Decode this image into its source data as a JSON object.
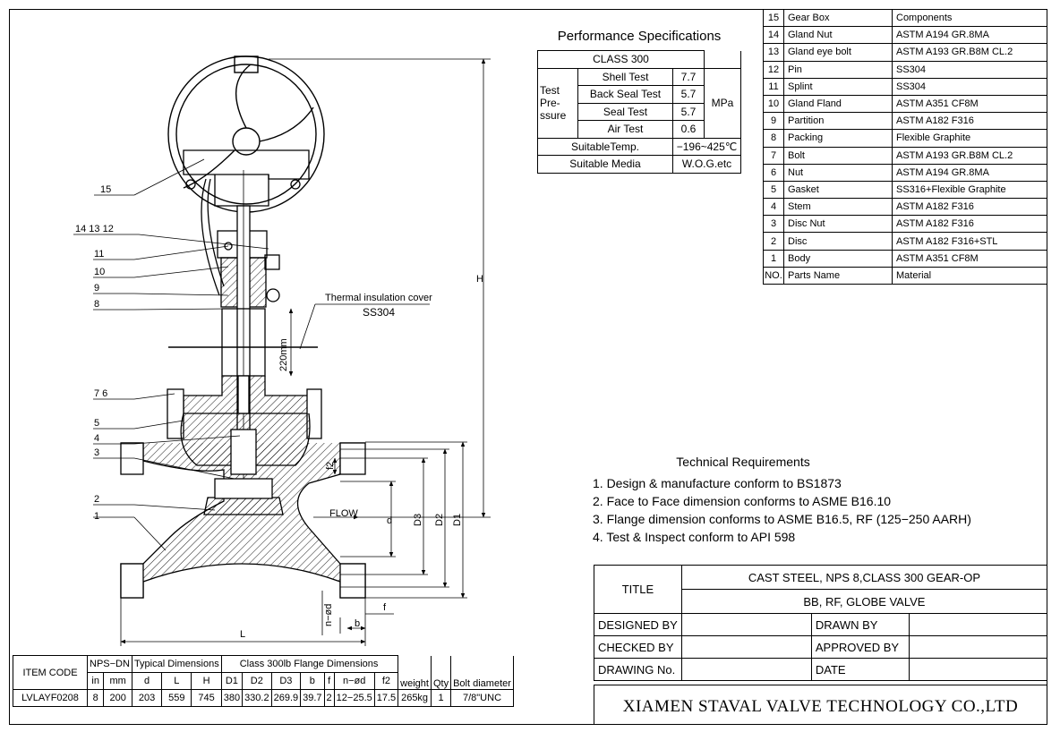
{
  "parts": {
    "rows": [
      {
        "no": "15",
        "name": "Gear Box",
        "material": "Components"
      },
      {
        "no": "14",
        "name": "Gland Nut",
        "material": "ASTM A194 GR.8MA"
      },
      {
        "no": "13",
        "name": "Gland eye bolt",
        "material": "ASTM A193 GR.B8M CL.2"
      },
      {
        "no": "12",
        "name": "Pin",
        "material": "SS304"
      },
      {
        "no": "11",
        "name": "Splint",
        "material": "SS304"
      },
      {
        "no": "10",
        "name": "Gland Fland",
        "material": "ASTM A351 CF8M"
      },
      {
        "no": "9",
        "name": "Partition",
        "material": "ASTM A182 F316"
      },
      {
        "no": "8",
        "name": "Packing",
        "material": "Flexible Graphite"
      },
      {
        "no": "7",
        "name": "Bolt",
        "material": "ASTM A193 GR.B8M CL.2"
      },
      {
        "no": "6",
        "name": "Nut",
        "material": "ASTM A194 GR.8MA"
      },
      {
        "no": "5",
        "name": "Gasket",
        "material": "SS316+Flexible Graphite"
      },
      {
        "no": "4",
        "name": "Stem",
        "material": "ASTM A182 F316"
      },
      {
        "no": "3",
        "name": "Disc Nut",
        "material": "ASTM A182 F316"
      },
      {
        "no": "2",
        "name": "Disc",
        "material": "ASTM A182 F316+STL"
      },
      {
        "no": "1",
        "name": "Body",
        "material": "ASTM A351 CF8M"
      }
    ],
    "header": {
      "no": "NO.",
      "name": "Parts Name",
      "material": "Material"
    }
  },
  "performance": {
    "title": "Performance Specifications",
    "class": "CLASS 300",
    "test_label": "Test Pre- ssure",
    "tests": [
      {
        "name": "Shell Test",
        "value": "7.7"
      },
      {
        "name": "Back Seal Test",
        "value": "5.7"
      },
      {
        "name": "Seal Test",
        "value": "5.7"
      },
      {
        "name": "Air Test",
        "value": "0.6"
      }
    ],
    "unit": "MPa",
    "temp_label": "SuitableTemp.",
    "temp_value": "−196~425℃",
    "media_label": "Suitable Media",
    "media_value": "W.O.G.etc"
  },
  "technical": {
    "title": "Technical Requirements",
    "items": [
      "1. Design & manufacture conform to BS1873",
      "2. Face to Face dimension conforms to ASME B16.10",
      "3. Flange dimension conforms to ASME B16.5,  RF (125−250 AARH)",
      "4. Test & Inspect conform to API 598"
    ]
  },
  "title_block": {
    "title_label": "TITLE",
    "title_line1": "CAST STEEL, NPS 8,CLASS 300 GEAR-OP",
    "title_line2": "BB, RF, GLOBE VALVE",
    "designed_by": "DESIGNED BY",
    "drawn_by": "DRAWN BY",
    "checked_by": "CHECKED  BY",
    "approved_by": "APPROVED BY",
    "drawing_no": "DRAWING No.",
    "date": "DATE",
    "company": "XIAMEN STAVAL VALVE TECHNOLOGY CO.,LTD"
  },
  "item_table": {
    "item_code_label": "ITEM CODE",
    "nps_dn": "NPS−DN",
    "typical": "Typical Dimensions",
    "flange": "Class 300lb Flange Dimensions",
    "cols": [
      "in",
      "mm",
      "d",
      "L",
      "H",
      "D1",
      "D2",
      "D3",
      "b",
      "f",
      "n−ød",
      "f2",
      "weight",
      "Qty",
      "Bolt diameter"
    ],
    "row": {
      "code": "LVLAYF0208",
      "values": [
        "8",
        "200",
        "203",
        "559",
        "745",
        "380",
        "330.2",
        "269.9",
        "39.7",
        "2",
        "12−25.5",
        "17.5",
        "265kg",
        "1",
        "7/8\"UNC"
      ]
    }
  },
  "drawing": {
    "callouts_left": [
      "15",
      "14 13 12",
      "11",
      "10",
      "9",
      "8",
      "7  6",
      "5",
      "4",
      "3",
      "2",
      "1"
    ],
    "insulation_label": "Thermal insulation cover",
    "insulation_material": "SS304",
    "dim_220": "220mm",
    "dim_H": "H",
    "dim_L": "L",
    "dim_d": "d",
    "dim_D1": "D1",
    "dim_D2": "D2",
    "dim_D3": "D3",
    "dim_f2": "f2",
    "dim_b": "b",
    "dim_f": "f",
    "dim_nd": "n−ød",
    "flow": "FLOW"
  }
}
